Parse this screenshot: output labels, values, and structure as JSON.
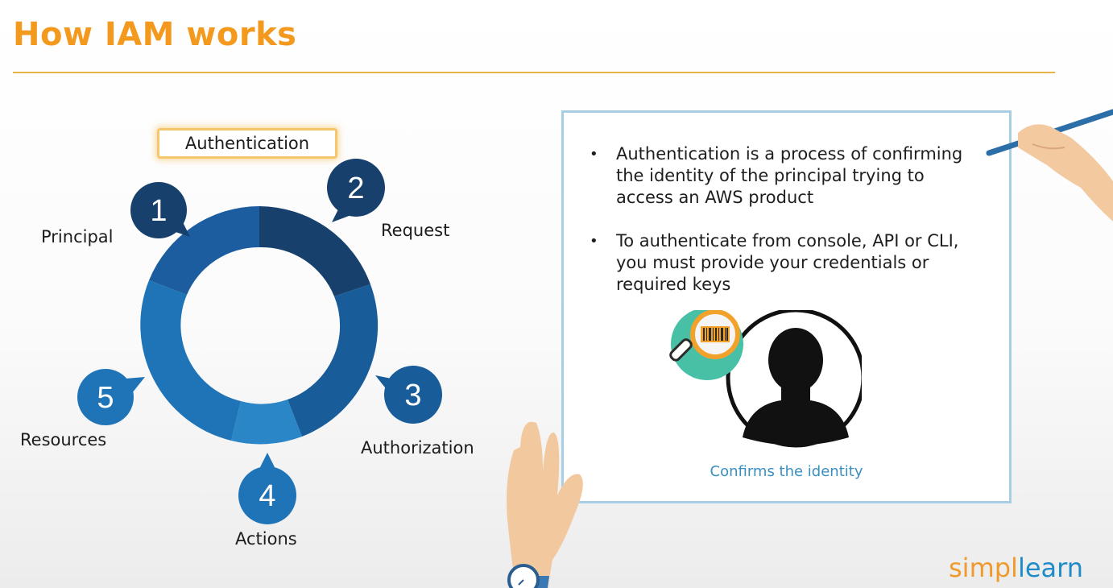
{
  "title": "How IAM works",
  "highlight": "Authentication",
  "steps": [
    {
      "number": "1",
      "label": "Principal"
    },
    {
      "number": "2",
      "label": "Request"
    },
    {
      "number": "3",
      "label": "Authorization"
    },
    {
      "number": "4",
      "label": "Actions"
    },
    {
      "number": "5",
      "label": "Resources"
    }
  ],
  "bullets": [
    "Authentication is a process of confirming the identity of the principal trying to access an AWS product",
    "To authenticate from console, API or CLI, you must provide your credentials or required keys"
  ],
  "identity_caption": "Confirms the identity",
  "brand": {
    "part1": "simpl",
    "part2": "learn"
  },
  "colors": {
    "title": "#f39a1e",
    "rule": "#e8b445",
    "ring_dark": "#17406d",
    "ring_mid": "#185c9a",
    "ring_light": "#1e72b4",
    "ring_lighter": "#2385c7",
    "badge_glow": "#f6c66a",
    "box_border": "#a8cee3",
    "caption": "#3a8fc1"
  }
}
